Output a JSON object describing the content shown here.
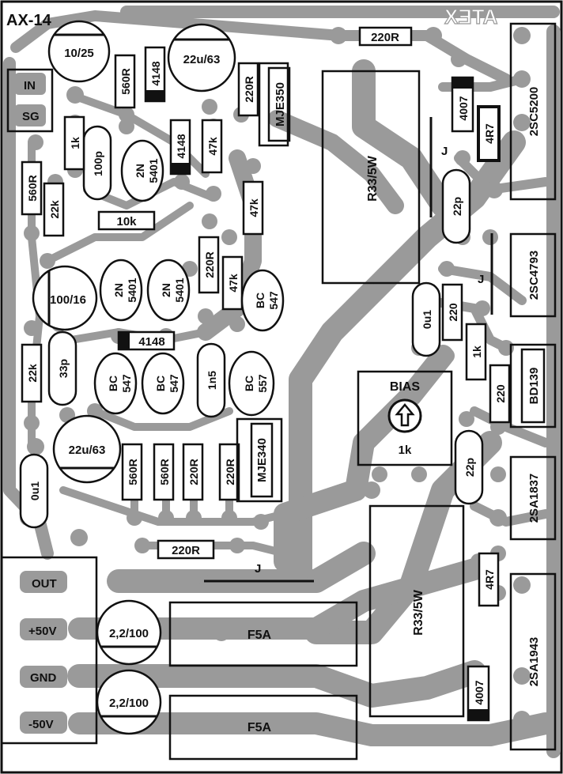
{
  "brand": "AX-14",
  "brand_logo": "ATEX",
  "colors": {
    "trace": "#9a9a9a",
    "outline": "#111111",
    "board": "#ffffff"
  },
  "caps": {
    "c1025": "10/25",
    "c2263a": "22u/63",
    "c10016": "100/16",
    "c2263b": "22u/63",
    "c100p": "100p",
    "c33p": "33p",
    "c1n5": "1n5",
    "c0u1a": "0u1",
    "c0u1b": "0u1",
    "c22pa": "22p",
    "c22pb": "22p",
    "c22100a": "2,2/100",
    "c22100b": "2,2/100"
  },
  "resistors": {
    "r220top": "220R",
    "r560a": "560R",
    "r220b": "220R",
    "r1ka": "1k",
    "r560b": "560R",
    "r22ka": "22k",
    "r10k": "10k",
    "r47ka": "47k",
    "r47kb": "47k",
    "r220c": "220R",
    "r47kc": "47k",
    "r22kb": "22k",
    "r560c": "560R",
    "r560d": "560R",
    "r220d": "220R",
    "r220e": "220R",
    "r220bot": "220R",
    "r220f": "220",
    "r1kb": "1k",
    "r220g": "220",
    "r4r7a": "4R7",
    "r4r7b": "4R7",
    "r33a": "R33/5W",
    "r33b": "R33/5W"
  },
  "semis": {
    "d4148a": "4148",
    "d4148b": "4148",
    "d4148c": "4148",
    "d4007a": "4007",
    "d4007b": "4007",
    "q5401a": "2N 5401",
    "q5401b": "2N 5401",
    "q5401c": "2N 5401",
    "qbc547a": "BC 547",
    "qbc547b": "BC 547",
    "qbc547c": "BC 547",
    "qbc557": "BC 557",
    "mje350": "MJE350",
    "mje340": "MJE340",
    "t2sc5200": "2SC5200",
    "t2sc4793": "2SC4793",
    "tbd139": "BD139",
    "t2sa1837": "2SA1837",
    "t2sa1943": "2SA1943"
  },
  "connectors": {
    "in": "IN",
    "sg": "SG",
    "out": "OUT",
    "p50": "+50V",
    "gnd": "GND",
    "m50": "-50V"
  },
  "bias": {
    "label": "BIAS",
    "value": "1k"
  },
  "fuses": {
    "f1": "F5A",
    "f2": "F5A"
  },
  "jumpers": {
    "j1": "J",
    "j2": "J",
    "j3": "J"
  }
}
